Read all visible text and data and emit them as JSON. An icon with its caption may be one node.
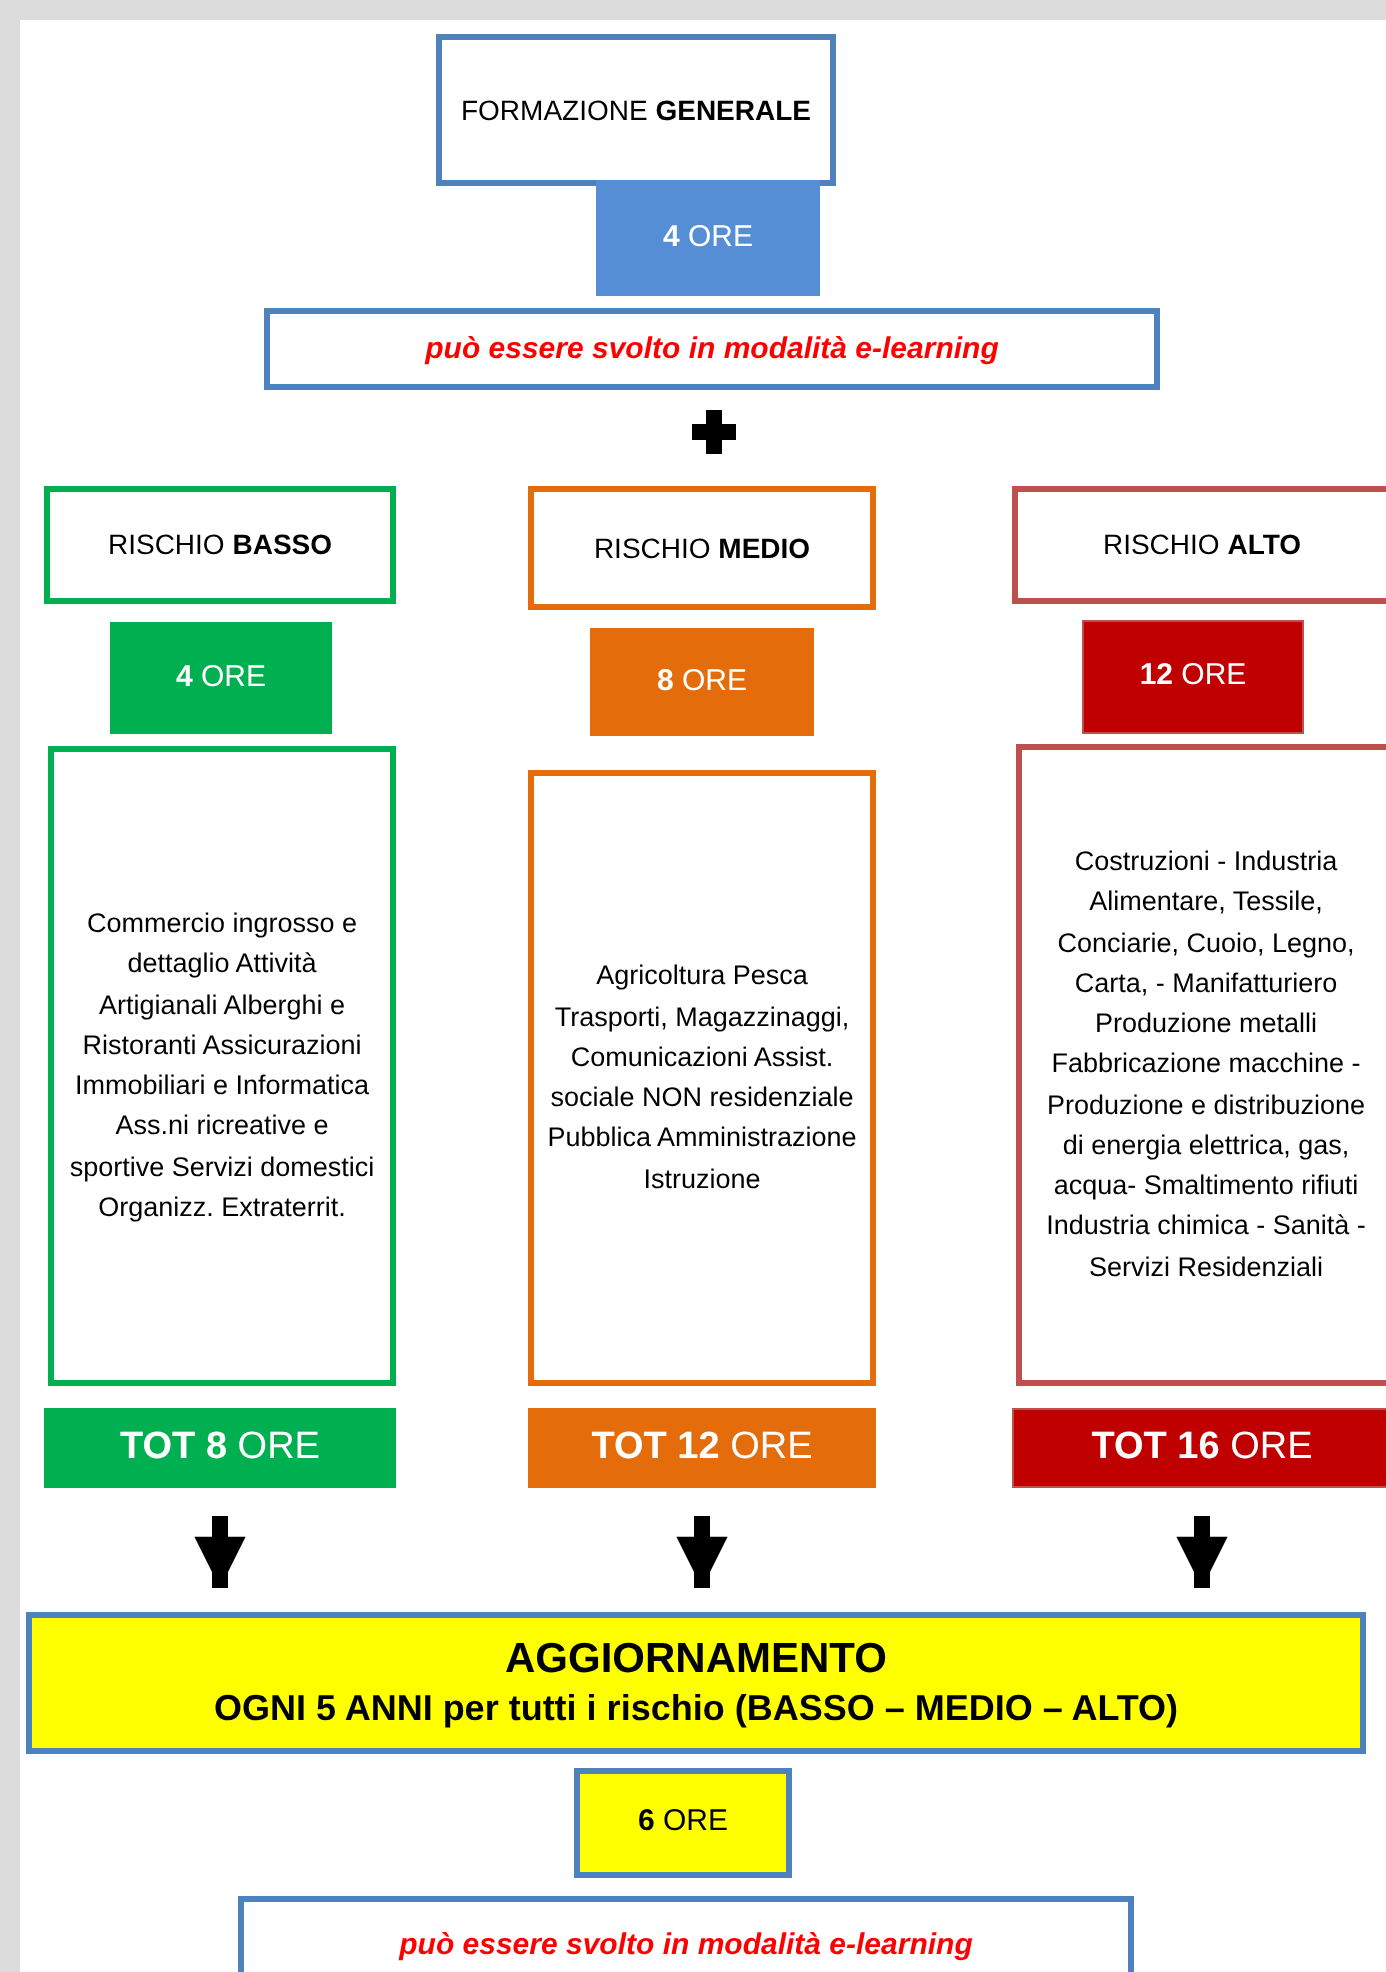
{
  "diagram": {
    "nodes": [
      {
        "text": [
          "FORMAZIONE **GENERALE**"
        ]
      },
      {
        "text": [
          "**4** ORE"
        ]
      },
      {
        "text": [
          "può essere svolto in modalità e-learning"
        ]
      },
      {
        "text": [
          "RISCHIO **BASSO**"
        ]
      },
      {
        "text": [
          "**4** ORE"
        ]
      },
      {
        "text": [
          "Commercio ingrosso e dettaglio Attività Artigianali Alberghi e Ristoranti Assicurazioni Immobiliari e Informatica Ass.ni ricreative e sportive Servizi domestici Organizz. Extraterrit."
        ]
      },
      {
        "text": [
          "**TOT 8** ORE"
        ]
      },
      {
        "text": [
          "RISCHIO **MEDIO**"
        ]
      },
      {
        "text": [
          "**8** ORE"
        ]
      },
      {
        "text": [
          "Agricoltura Pesca Trasporti, Magazzinaggi, Comunicazioni Assist. sociale NON residenziale Pubblica Amministrazione Istruzione"
        ]
      },
      {
        "text": [
          "**TOT 12** ORE"
        ]
      },
      {
        "text": [
          "RISCHIO **ALTO**"
        ]
      },
      {
        "text": [
          "**12** ORE"
        ]
      },
      {
        "text": [
          "Costruzioni - Industria Alimentare, Tessile, Conciarie, Cuoio, Legno, Carta, - Manifatturiero Produzione metalli Fabbricazione macchine - Produzione e distribuzione di energia elettrica, gas, acqua- Smaltimento rifiuti Industria chimica - Sanità - Servizi Residenziali"
        ]
      },
      {
        "text": [
          "**TOT 16** ORE"
        ]
      },
      {
        "text": [
          "AGGIORNAMENTO",
          "OGNI 5 ANNI  per tutti i rischio (BASSO – MEDIO – ALTO)"
        ]
      },
      {
        "text": [
          "**6** ORE"
        ]
      },
      {
        "text": [
          "può essere svolto in modalità e-learning"
        ]
      }
    ],
    "edges": [
      {
        "from": 6,
        "to": 15,
        "arrow": "to"
      },
      {
        "from": 10,
        "to": 15,
        "arrow": "to"
      },
      {
        "from": 14,
        "to": 15,
        "arrow": "to"
      }
    ]
  }
}
